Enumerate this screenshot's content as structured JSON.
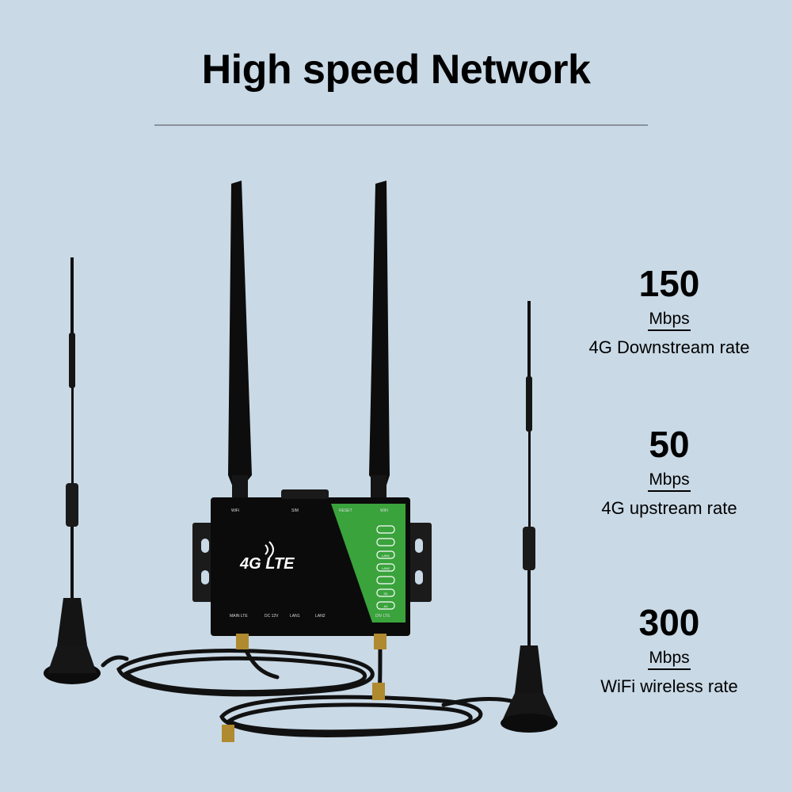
{
  "header": {
    "title": "High speed Network"
  },
  "stats": [
    {
      "value": "150",
      "unit": "Mbps",
      "label": "4G Downstream rate"
    },
    {
      "value": "50",
      "unit": "Mbps",
      "label": "4G upstream rate"
    },
    {
      "value": "300",
      "unit": "Mbps",
      "label": "WiFi wireless rate"
    }
  ],
  "router": {
    "logo": "4G LTE",
    "top_labels": {
      "wifi": "WiFi",
      "sim": "SIM",
      "reset": "RESET",
      "wifi_right": "WiFi"
    },
    "bottom_labels": {
      "main_lte": "MAIN LTE",
      "dc": "DC 12V",
      "lan1": "LAN1",
      "lan2": "LAN2",
      "div_lte": "DIV LTE"
    },
    "leds": [
      "",
      "",
      "LAN1",
      "LAN2",
      "",
      "3G",
      "4G"
    ],
    "colors": {
      "body": "#0b0b0b",
      "accent": "#3aa33c"
    }
  }
}
